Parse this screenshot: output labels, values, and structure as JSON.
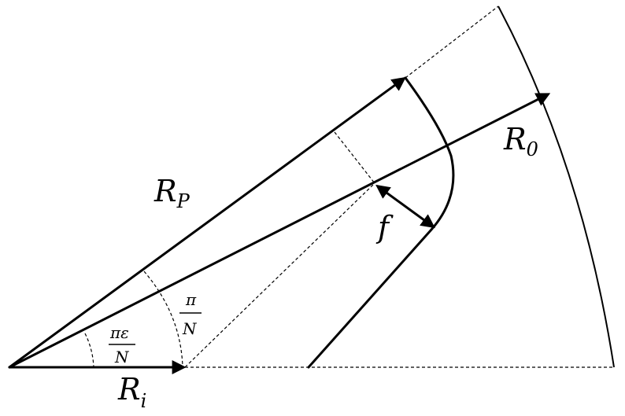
{
  "labels": {
    "r_p": {
      "main": "R",
      "sub": "P"
    },
    "r_0": {
      "main": "R",
      "sub": "0"
    },
    "r_i": {
      "main": "R",
      "sub": "i"
    },
    "f": "f",
    "angle_pi_n": {
      "num": "π",
      "den": "N"
    },
    "angle_pi_eps_n": {
      "num": "πε",
      "den": "N"
    }
  }
}
